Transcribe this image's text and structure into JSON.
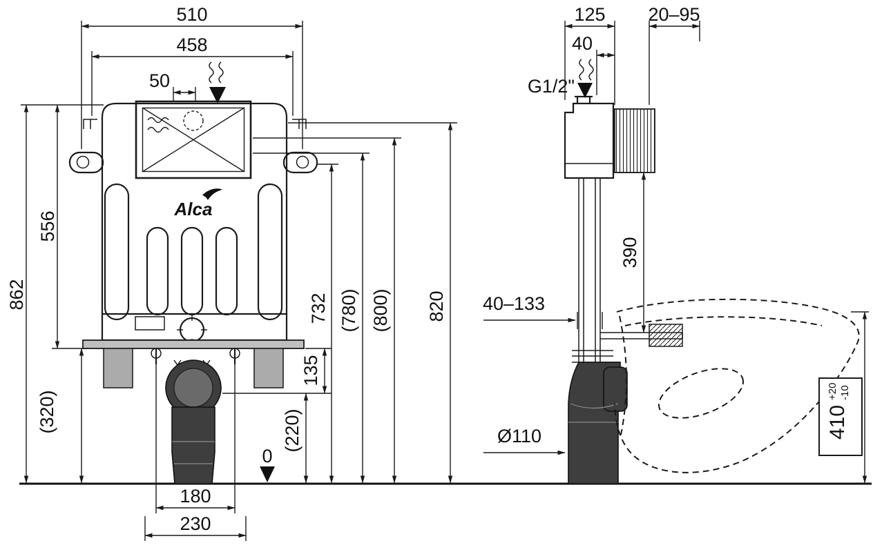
{
  "brand": {
    "logo": "Alca"
  },
  "colors": {
    "line": "#1a1a1a",
    "dark_fill": "#3e3e3e",
    "foot_gray": "#ababab"
  },
  "dims": {
    "w510": "510",
    "w458": "458",
    "w50": "50",
    "h862": "862",
    "h556": "556",
    "h320": "(320)",
    "h732": "732",
    "h780": "(780)",
    "h800": "(800)",
    "h820": "820",
    "h135": "135",
    "h220": "(220)",
    "w180": "180",
    "w230": "230",
    "zero": "0",
    "w125": "125",
    "range20_95": "20–95",
    "w40": "40",
    "thread": "G1/2\"",
    "h390": "390",
    "range40_133": "40–133",
    "dia110": "Ø110",
    "h410": "410",
    "h410sup": "+20",
    "h410sub": "-10"
  }
}
